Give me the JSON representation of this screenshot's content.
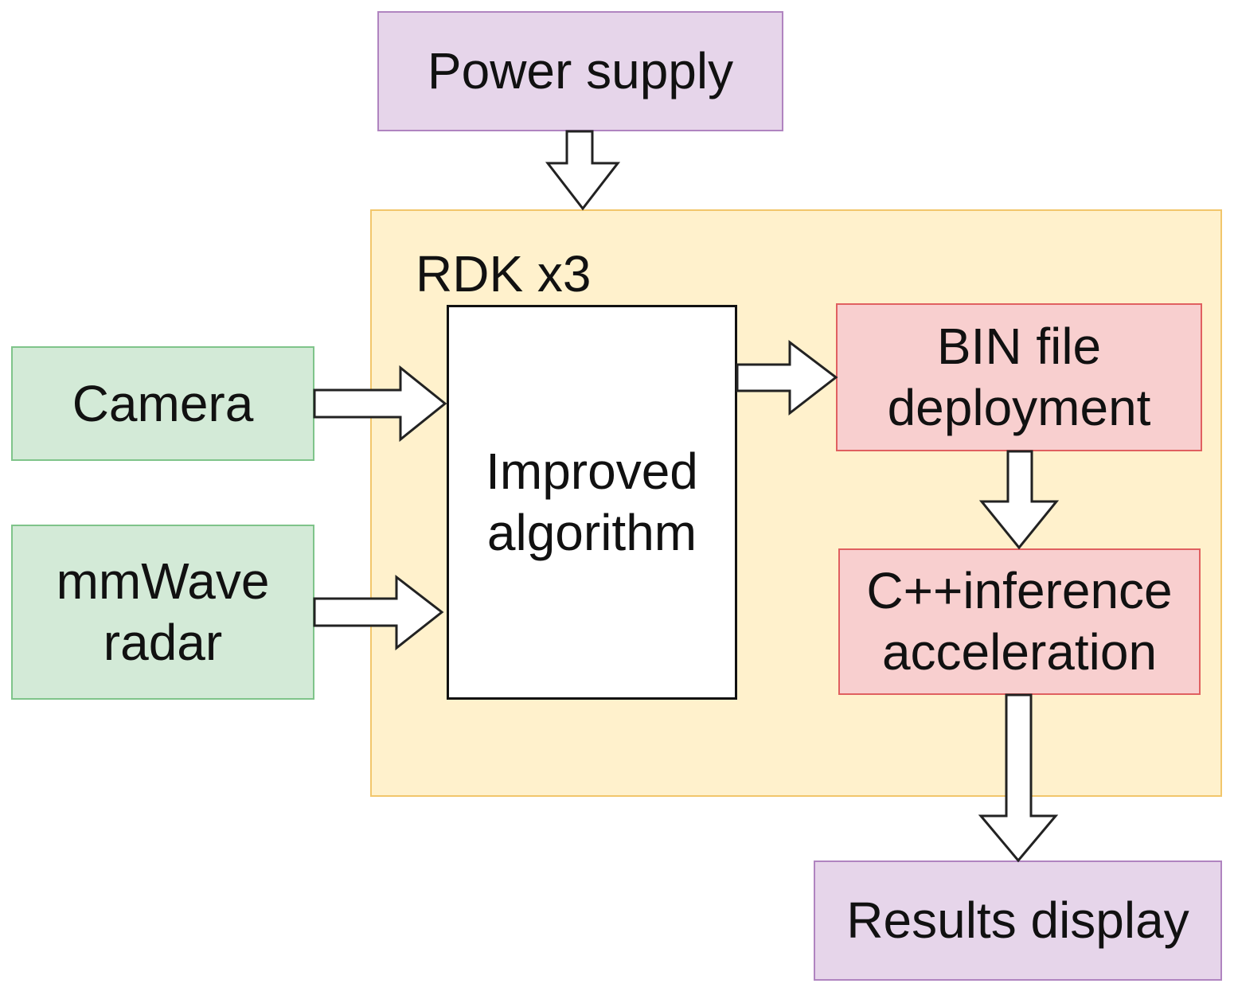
{
  "nodes": {
    "power_supply": "Power supply",
    "rdk_container": "RDK x3",
    "camera": "Camera",
    "mmwave_line1": "mmWave",
    "mmwave_line2": "radar",
    "algorithm_line1": "Improved",
    "algorithm_line2": "algorithm",
    "bin_line1": "BIN file",
    "bin_line2": "deployment",
    "cpp_line1": "C++inference",
    "cpp_line2": "acceleration",
    "results_display": "Results display"
  },
  "colors": {
    "power_fill": "#e6d5ea",
    "sensor_fill": "#d3ead7",
    "rdk_fill": "#fff1cc",
    "deploy_fill": "#f8cfcf",
    "results_fill": "#e6d5ea"
  }
}
